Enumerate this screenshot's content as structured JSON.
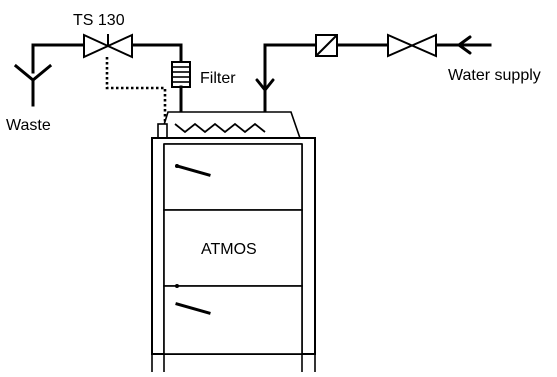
{
  "labels": {
    "valve": "TS 130",
    "filter": "Filter",
    "waste": "Waste",
    "water_supply": "Water supply",
    "unit": "ATMOS"
  },
  "colors": {
    "line": "#000000",
    "background": "#ffffff"
  },
  "icons": {
    "waste_drain": "y-drain-symbol",
    "solenoid_valve": "bowtie-valve-symbol",
    "supply_valve": "bowtie-valve-symbol",
    "check_valve": "box-diagonal-symbol",
    "filter": "hatched-cartridge-symbol",
    "heater_coil": "zigzag-coil-symbol"
  }
}
